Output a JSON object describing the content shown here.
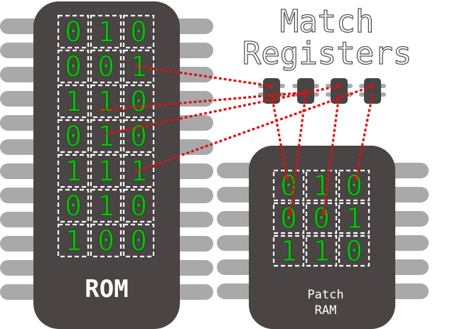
{
  "title": [
    "Match",
    "Registers"
  ],
  "rom": {
    "label": "ROM",
    "rows": [
      [
        "0",
        "1",
        "0"
      ],
      [
        "0",
        "0",
        "1"
      ],
      [
        "1",
        "1",
        "0"
      ],
      [
        "0",
        "1",
        "0"
      ],
      [
        "1",
        "1",
        "1"
      ],
      [
        "0",
        "1",
        "0"
      ],
      [
        "1",
        "0",
        "0"
      ]
    ]
  },
  "ram": {
    "label": [
      "Patch",
      "RAM"
    ],
    "rows": [
      [
        "0",
        "1",
        "0"
      ],
      [
        "0",
        "0",
        "1"
      ],
      [
        "1",
        "1",
        "0"
      ]
    ]
  },
  "colors": {
    "chip": "#4a4444",
    "pin": "#a9a9a9",
    "digit": "#1db51d",
    "arrow": "#e01010"
  }
}
